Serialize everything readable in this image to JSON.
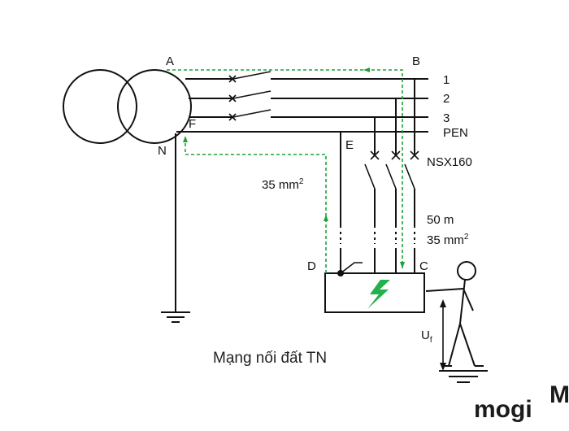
{
  "labels": {
    "point_a": "A",
    "point_b": "B",
    "point_c": "C",
    "point_d": "D",
    "point_e": "E",
    "point_f": "F",
    "point_n": "N",
    "phase_1": "1",
    "phase_2": "2",
    "phase_3": "3",
    "pen": "PEN",
    "breaker": "NSX160",
    "pe_section": "35 mm",
    "pe_section_sup": "2",
    "cable_length": "50 m",
    "cable_section": "35 mm",
    "cable_section_sup": "2",
    "touch_voltage": "U",
    "touch_voltage_sub": "f"
  },
  "caption": "Mạng nối đất TN",
  "logo": {
    "text": "mogi",
    "mark": "M"
  },
  "colors": {
    "line": "#111111",
    "fault_path": "#1aa332",
    "bolt": "#22b14c",
    "background": "#ffffff"
  },
  "icons": {
    "transformer": "transformer-icon",
    "earth": "ground-icon",
    "person": "person-icon",
    "bolt": "lightning-bolt-icon"
  }
}
